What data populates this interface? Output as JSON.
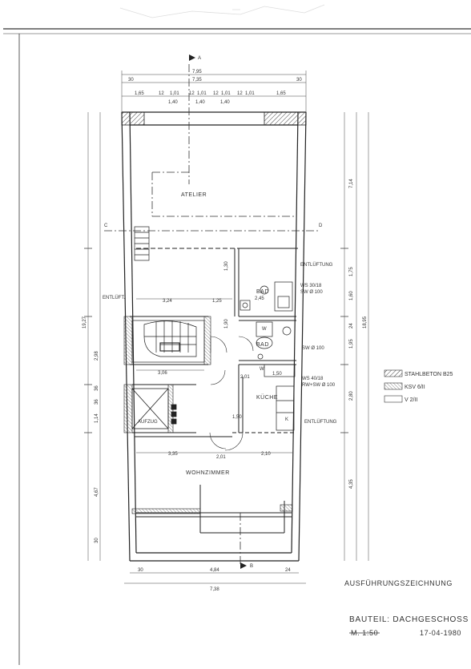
{
  "rooms": {
    "atelier": "ATELIER",
    "bad_upper": "BAD",
    "bad_lower": "BAD",
    "kueche": "KÜCHE",
    "wohnzimmer": "WOHNZIMMER",
    "aufzug": "AUFZUG"
  },
  "labels": {
    "entlueftung_1": "ENTLÜFTUNG",
    "entlueftung_2": "ENTLÜFTUNG",
    "entlueft_left": "ENTLÜFT.",
    "ws1": "WS 30/18",
    "sw1": "SW Ø 100",
    "sw2": "SW Ø 100",
    "ws2": "WS 40/18",
    "rwsw": "RW+SW Ø 100",
    "w1": "W",
    "w2": "W",
    "k": "K",
    "section_a": "A",
    "section_b": "B",
    "section_d": "D",
    "section_c": "C"
  },
  "dimensions": {
    "top_total": "7,95",
    "top_inner": "7,35",
    "seg_165a": "1,65",
    "seg_12a": "12",
    "seg_101a": "1,01",
    "seg_12b": "12",
    "seg_101b": "1,01",
    "seg_12c": "12",
    "seg_101c": "1,01",
    "seg_12d": "12",
    "seg_101d": "1,01",
    "seg_165b": "1,65",
    "seg_140a": "1,40",
    "seg_140b": "1,40",
    "seg_140c": "1,40",
    "d30_top": "30",
    "d30_tr": "30",
    "right_714": "7,14",
    "right_175": "1,75",
    "right_160": "1,60",
    "right_195": "1,95",
    "right_280": "2,80",
    "right_435": "4,35",
    "right_1895": "18,95",
    "left_1927": "19,27",
    "left_298": "2,98",
    "left_467": "4,67",
    "left_36a": "36",
    "left_36b": "36",
    "left_114": "1,14",
    "d324": "3,24",
    "d125": "1,25",
    "d190": "1,90",
    "d306": "3,06",
    "d335": "3,35",
    "d210": "2,10",
    "d201a": "2,01",
    "d201b": "2,01",
    "d245": "2,45",
    "d150a": "1,50",
    "d150b": "1,50",
    "d130": "1,30",
    "bottom_484": "4,84",
    "bottom_738": "7,38",
    "bottom_30": "30",
    "bottom_24": "24",
    "d30_bl": "30",
    "d24_right": "24"
  },
  "legend": [
    {
      "label": "STAHLBETON B25"
    },
    {
      "label": "KSV 6/II"
    },
    {
      "label": "V 2/II"
    }
  ],
  "title_block": {
    "heading": "AUSFÜHRUNGSZEICHNUNG",
    "bauteil": "BAUTEIL:  DACHGESCHOSS",
    "scale": "M. 1:50",
    "date": "17-04-1980"
  }
}
